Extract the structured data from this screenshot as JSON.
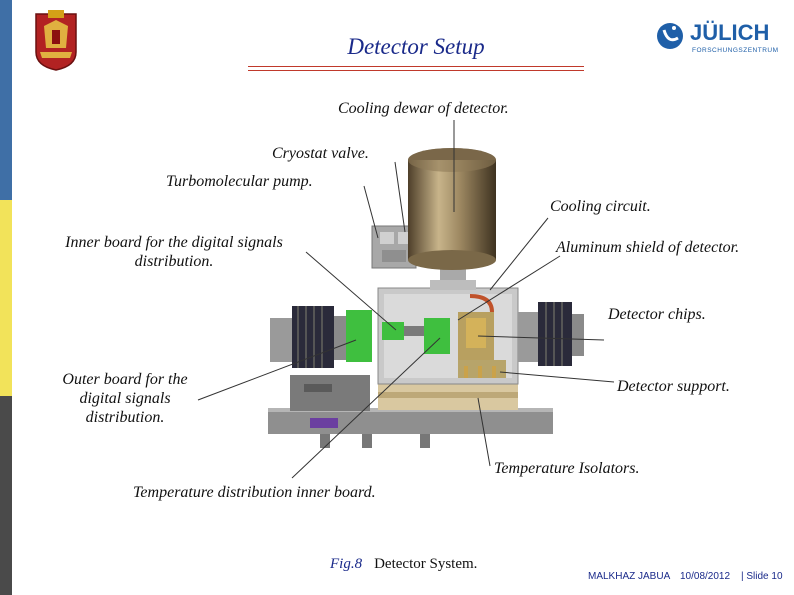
{
  "title": "Detector  Setup",
  "labels": {
    "cooling_dewar": "Cooling dewar of detector.",
    "cryostat_valve": "Cryostat  valve.",
    "turbo_pump": "Turbomolecular pump.",
    "cooling_circuit": "Cooling circuit.",
    "inner_board": "Inner board for the digital signals distribution.",
    "aluminum_shield": "Aluminum shield of detector.",
    "detector_chips": "Detector chips.",
    "outer_board": "Outer board  for the digital signals distribution.",
    "detector_support": "Detector support.",
    "temp_isolators": "Temperature Isolators.",
    "temp_dist_inner_board": "Temperature distribution inner board."
  },
  "caption": {
    "fig": "Fig.8",
    "text": "Detector System."
  },
  "footer": {
    "author": "MALKHAZ  JABUA",
    "date": "10/08/2012",
    "slide": "| Slide  10"
  },
  "logo_right": {
    "name": "JÜLICH",
    "sub": "FORSCHUNGSZENTRUM"
  },
  "colors": {
    "title": "#1a2a8a",
    "title_rule": "#c0392b",
    "sidebar_blue": "#3f6fa6",
    "sidebar_yellow": "#f2e35a",
    "sidebar_gray": "#4a4a4a",
    "julich_blue": "#1f5fa8"
  }
}
